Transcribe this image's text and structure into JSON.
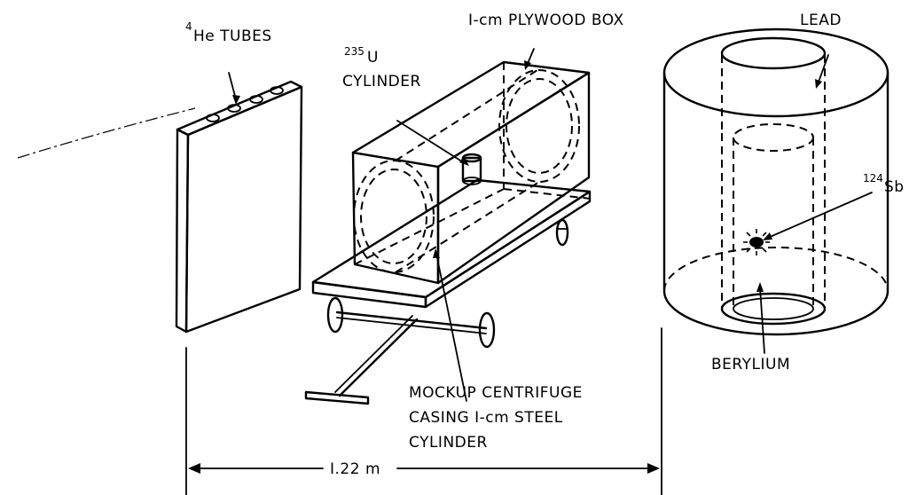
{
  "labels": {
    "he_tubes": {
      "sup": "4",
      "text": "He TUBES"
    },
    "u_cylinder": {
      "sup": "235",
      "line1": "U",
      "line2": "CYLINDER"
    },
    "plywood_box": "I-cm PLYWOOD BOX",
    "lead": "LEAD",
    "sb_source": {
      "sup": "124",
      "text": "Sb"
    },
    "mockup_casing": [
      "MOCKUP CENTRIFUGE",
      "CASING I-cm STEEL",
      "CYLINDER"
    ],
    "beryllium": "BERYLIUM",
    "distance": "I.22 m"
  }
}
